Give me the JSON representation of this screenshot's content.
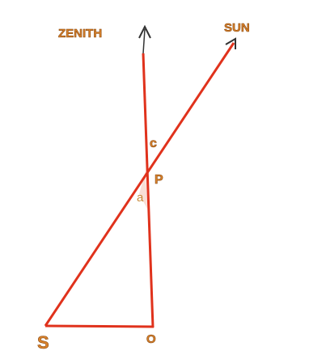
{
  "labels": {
    "zenith": "ZENITH",
    "sun": "SUN",
    "c": "c",
    "p": "P",
    "a": "a",
    "s": "S",
    "o": "O"
  },
  "colors": {
    "line": "#e0321c",
    "arrow": "#333333",
    "label": "#d9822b",
    "angle_fill": "#f6d2c4"
  }
}
